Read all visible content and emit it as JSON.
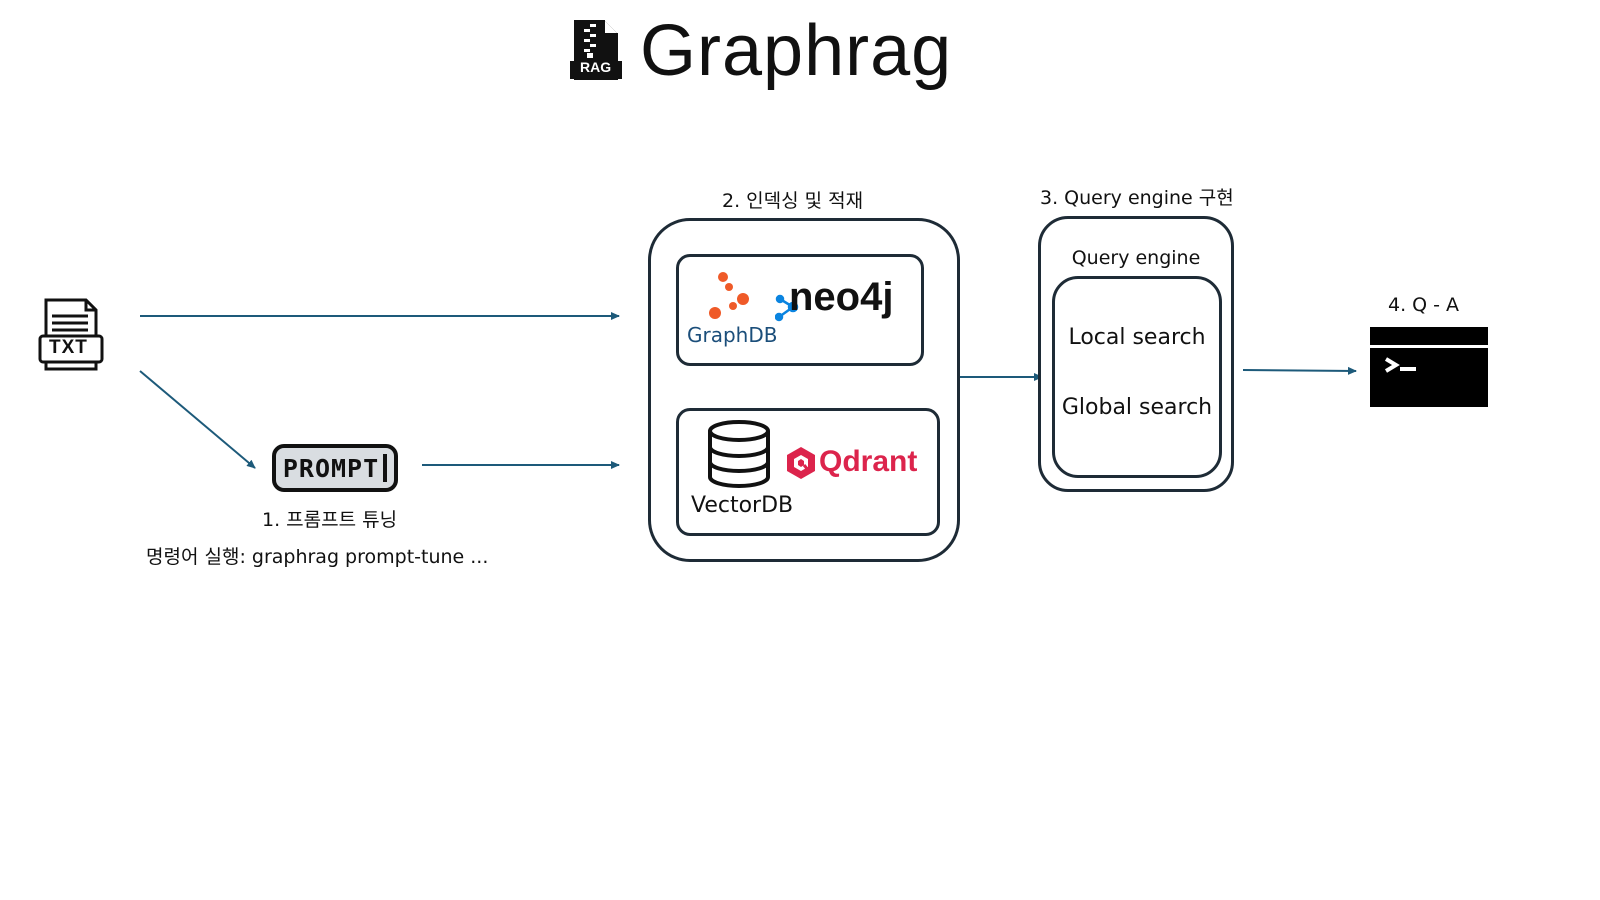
{
  "title": {
    "text": "Graphrag",
    "icon_label": "RAG",
    "icon": "rag-zip-file-icon"
  },
  "input": {
    "file_label": "TXT",
    "icon": "txt-file-icon"
  },
  "step1": {
    "icon_text": "PROMPT",
    "label": "1. 프롬프트 튜닝",
    "command": "명령어 실행: graphrag prompt-tune ..."
  },
  "step2": {
    "label": "2. 인덱싱 및 적재",
    "graph_box": {
      "graphdb_label": "GraphDB",
      "neo4j_label": "neo4j"
    },
    "vector_box": {
      "vectordb_label": "VectorDB",
      "qdrant_label": "Qdrant"
    }
  },
  "step3": {
    "label": "3. Query engine 구현",
    "box_title": "Query engine",
    "items": [
      "Local search",
      "Global search"
    ]
  },
  "step4": {
    "label": "4. Q - A",
    "icon": "terminal-icon"
  },
  "colors": {
    "arrow": "#1d5a7a",
    "box_border": "#1e2b36",
    "graphdb_orange": "#ef5a28",
    "graphdb_text": "#1b4e7a",
    "neo4j_blue": "#0a84e0",
    "qdrant_red": "#dc244c"
  }
}
